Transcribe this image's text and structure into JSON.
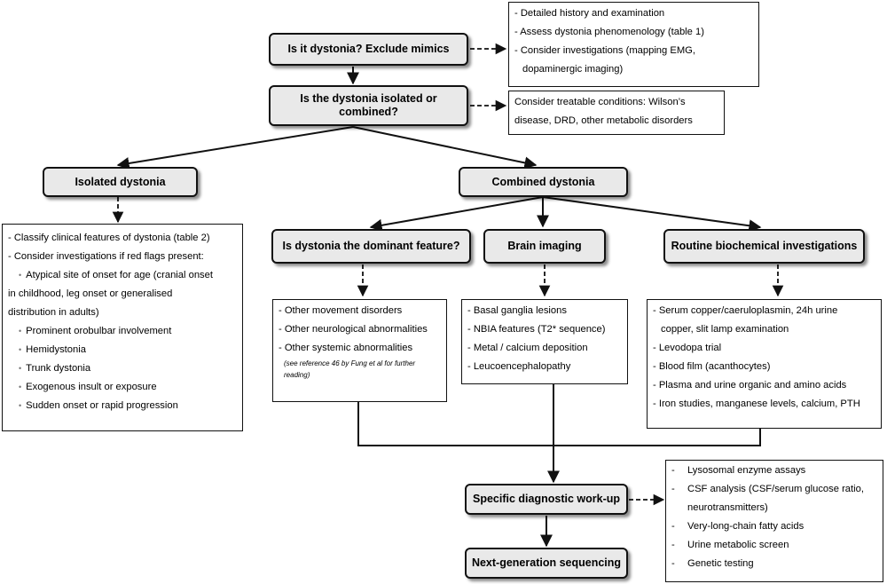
{
  "nodes": {
    "q1": "Is it dystonia?  Exclude mimics",
    "q2": "Is the dystonia  isolated or combined?",
    "isolated": "Isolated dystonia",
    "combined": "Combined dystonia",
    "dominant": "Is dystonia the dominant feature?",
    "imaging": "Brain imaging",
    "biochem": "Routine biochemical investigations",
    "specific": "Specific diagnostic  work-up",
    "ngs": "Next-generation sequencing"
  },
  "boxes": {
    "q1_notes": [
      "- Detailed history and examination",
      "- Assess dystonia phenomenology  (table 1)",
      "- Consider investigations (mapping EMG,",
      "  dopaminergic imaging)"
    ],
    "q2_notes": [
      "Consider treatable conditions: Wilson’s",
      "disease, DRD, other metabolic disorders"
    ],
    "isolated_notes": {
      "top": [
        "- Classify clinical features  of dystonia (table 2)",
        "- Consider investigations if red flags present:"
      ],
      "onset_lines": [
        "Atypical site of onset for age (cranial  onset",
        "in childhood, leg onset or generalised",
        "distribution in adults)"
      ],
      "flags": [
        "Prominent orobulbar involvement",
        "Hemidystonia",
        "Trunk dystonia",
        "Exogenous insult or exposure",
        "Sudden onset or rapid progression"
      ]
    },
    "dominant_notes": {
      "items": [
        "- Other movement disorders",
        "- Other neurological abnormalities",
        "- Other systemic abnormalities"
      ],
      "reference": "(see reference 46 by Fung et al for further reading)"
    },
    "imaging_notes": [
      "- Basal ganglia lesions",
      "- NBIA features (T2* sequence)",
      "- Metal / calcium deposition",
      "- Leucoencephalopathy"
    ],
    "biochem_notes": [
      "- Serum copper/caeruloplasmin,  24h urine",
      "  copper, slit lamp examination",
      "- Levodopa  trial",
      "- Blood film (acanthocytes)",
      "- Plasma and urine organic and amino acids",
      "- Iron studies, manganese levels, calcium, PTH"
    ],
    "specific_notes": [
      {
        "dash": "-",
        "text": "Lysosomal enzyme assays"
      },
      {
        "dash": "-",
        "text": "CSF analysis (CSF/serum glucose ratio,"
      },
      {
        "dash": "",
        "text": "neurotransmitters)"
      },
      {
        "dash": "-",
        "text": "Very-long-chain  fatty acids"
      },
      {
        "dash": "-",
        "text": "Urine metabolic screen"
      },
      {
        "dash": "-",
        "text": "Genetic testing"
      }
    ]
  },
  "colors": {
    "node_fill": "#e9e9e9",
    "line": "#111111",
    "shadow": "#777777"
  }
}
